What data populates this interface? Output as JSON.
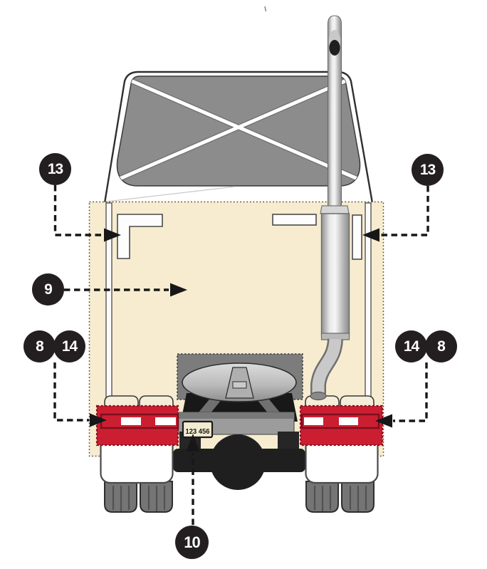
{
  "diagram": {
    "subject": "Truck rear view with numbered inspection callouts",
    "license_plate": "123 456",
    "callouts": [
      {
        "id": "left-upper-marker",
        "label": "13"
      },
      {
        "id": "right-upper-marker",
        "label": "13"
      },
      {
        "id": "rear-panel",
        "label": "9"
      },
      {
        "id": "left-pair-outer",
        "label": "8"
      },
      {
        "id": "left-pair-inner",
        "label": "14"
      },
      {
        "id": "right-pair-inner",
        "label": "14"
      },
      {
        "id": "right-pair-outer",
        "label": "8"
      },
      {
        "id": "license-plate",
        "label": "10"
      }
    ],
    "colors": {
      "background": "#FFFFFF",
      "panel_beige": "#F7ECCF",
      "panel_dotted_border": "#55503F",
      "tarp_gray": "#8C8C8C",
      "red_zone": "#CB1F31",
      "red_zone_border": "#8F1020",
      "frame_gray": "#9C9C9C",
      "black_parts": "#1F1F1F",
      "callout_bg": "#231F20",
      "callout_text": "#FFFFFF",
      "connector": "#171717"
    }
  }
}
